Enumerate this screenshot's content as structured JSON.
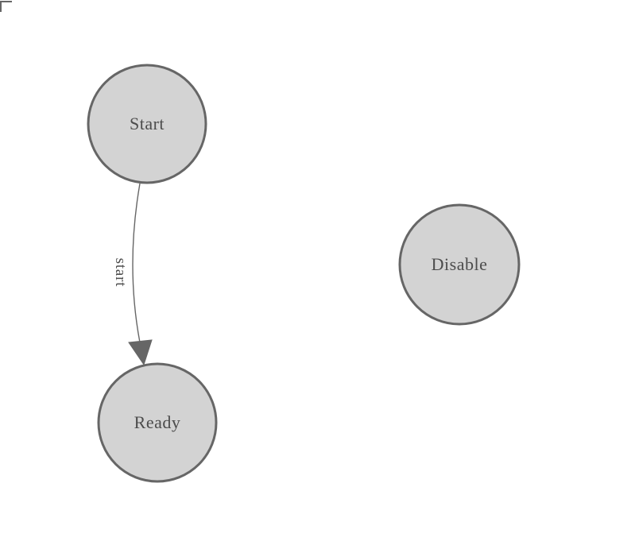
{
  "colors": {
    "background": "#ffffff",
    "node_fill": "#d3d3d3",
    "node_stroke": "#666666",
    "node_text": "#4c4c4c",
    "edge_stroke": "#666666",
    "edge_label_text": "#4c4c4c",
    "arrowhead_fill": "#666666",
    "corner_mark": "#666666"
  },
  "diagram": {
    "nodes": [
      {
        "id": "start",
        "label": "Start"
      },
      {
        "id": "ready",
        "label": "Ready"
      },
      {
        "id": "disable",
        "label": "Disable"
      }
    ],
    "edges": [
      {
        "from": "start",
        "to": "ready",
        "label": "start"
      }
    ]
  }
}
